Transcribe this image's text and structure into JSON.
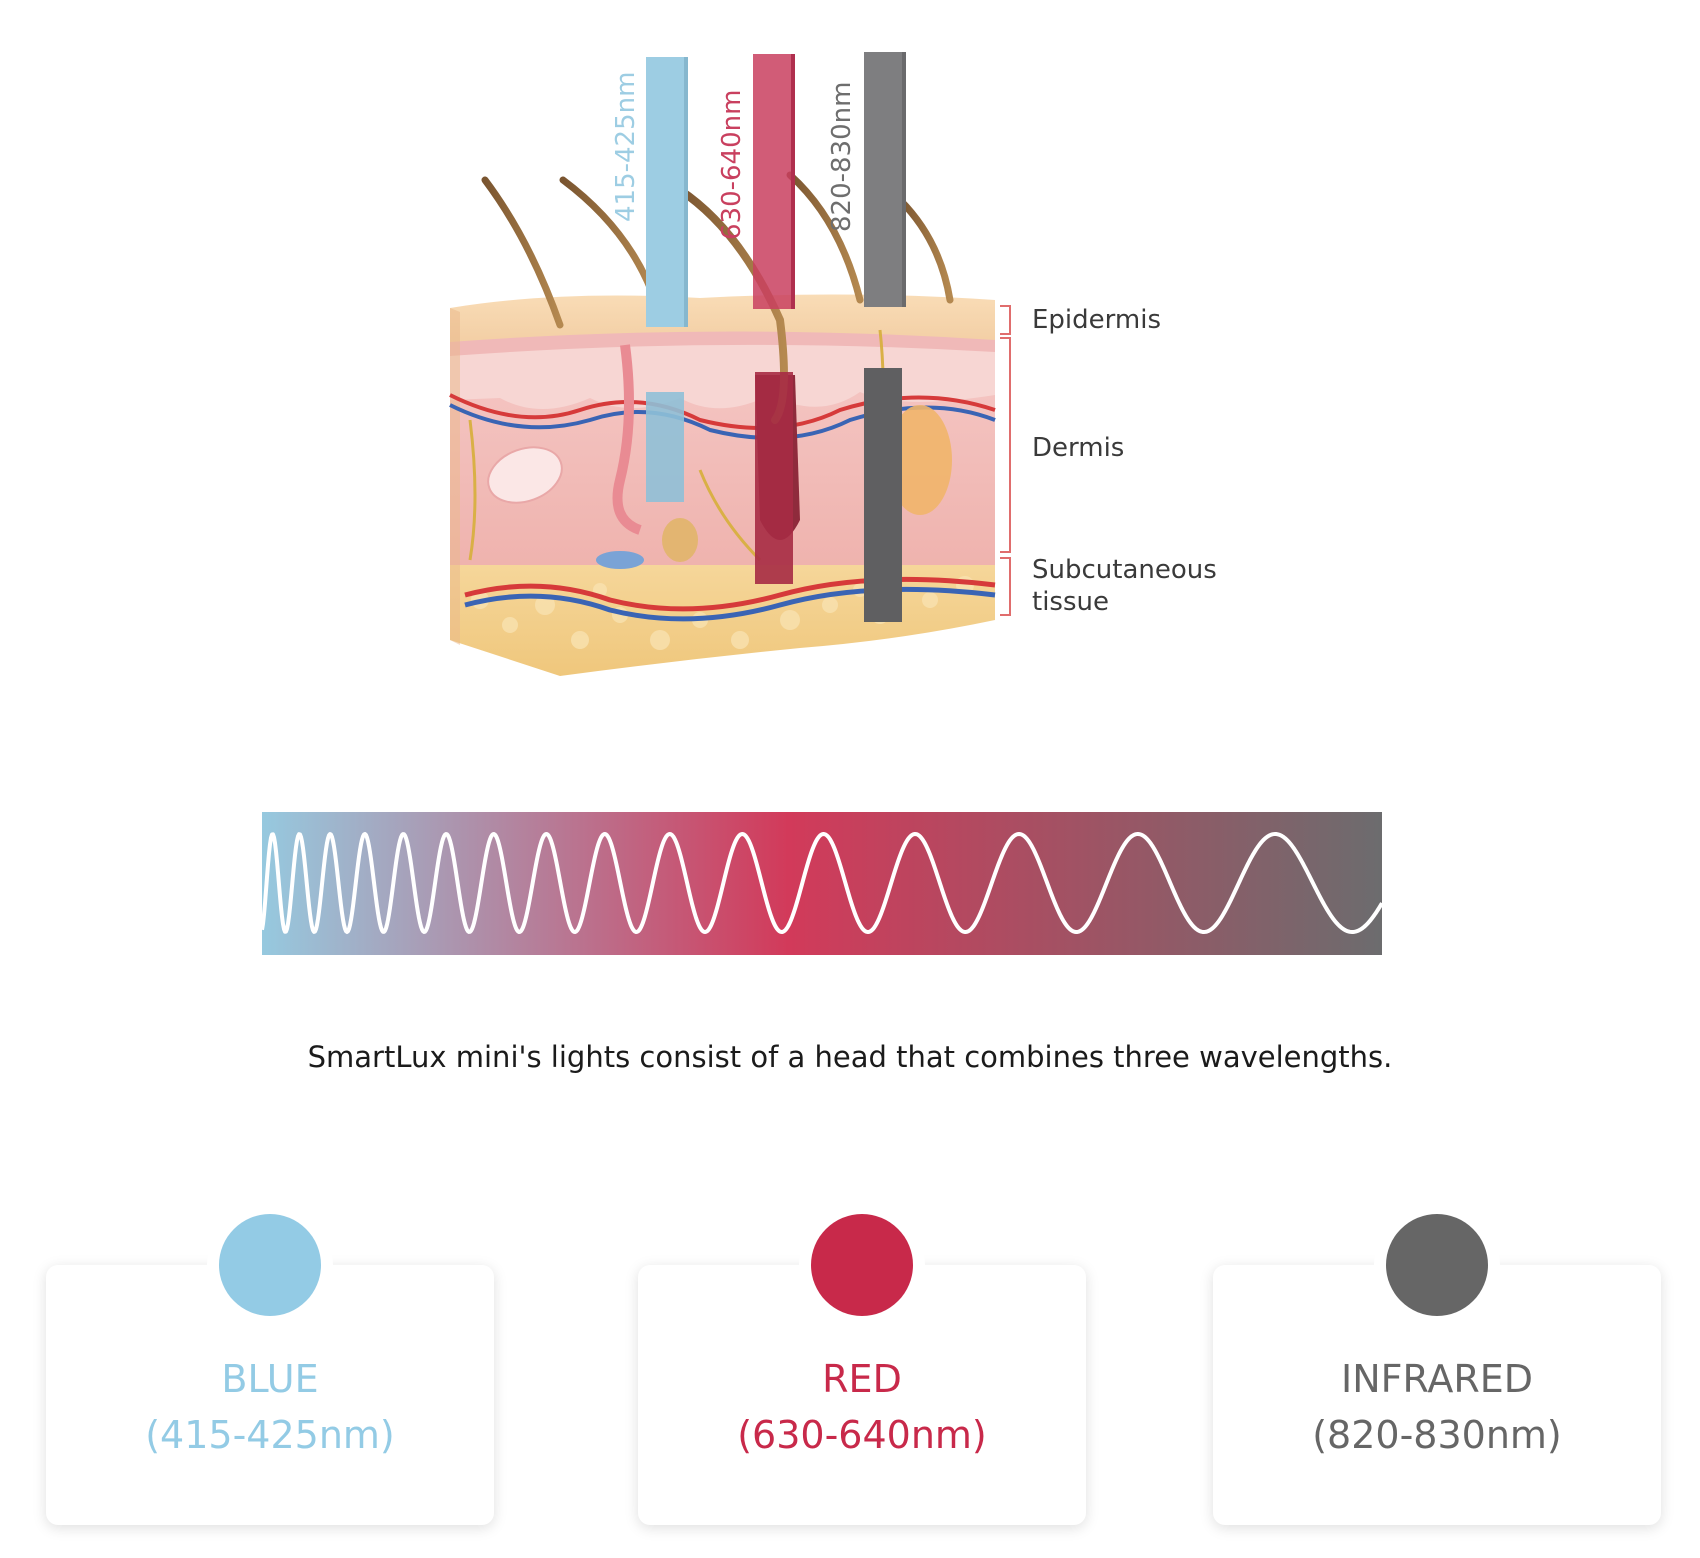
{
  "diagram": {
    "layers": [
      "Epidermis",
      "Dermis",
      "Subcutaneous\ntissue"
    ],
    "beams": [
      {
        "label": "415-425nm",
        "color": "#9dcde3"
      },
      {
        "label": "630-640nm",
        "color": "#c9405f"
      },
      {
        "label": "820-830nm",
        "color": "#7e7e80"
      }
    ]
  },
  "spectrum": {
    "colors": [
      "#96c9df",
      "#d23a5a",
      "#6c6c6e"
    ]
  },
  "caption": "SmartLux mini's lights consist of a head that combines three wavelengths.",
  "cards": [
    {
      "name": "BLUE",
      "range": "(415-425nm)",
      "color": "#93cbe5"
    },
    {
      "name": "RED",
      "range": "(630-640nm)",
      "color": "#c8294a"
    },
    {
      "name": "INFRARED",
      "range": "(820-830nm)",
      "color": "#666666"
    }
  ]
}
